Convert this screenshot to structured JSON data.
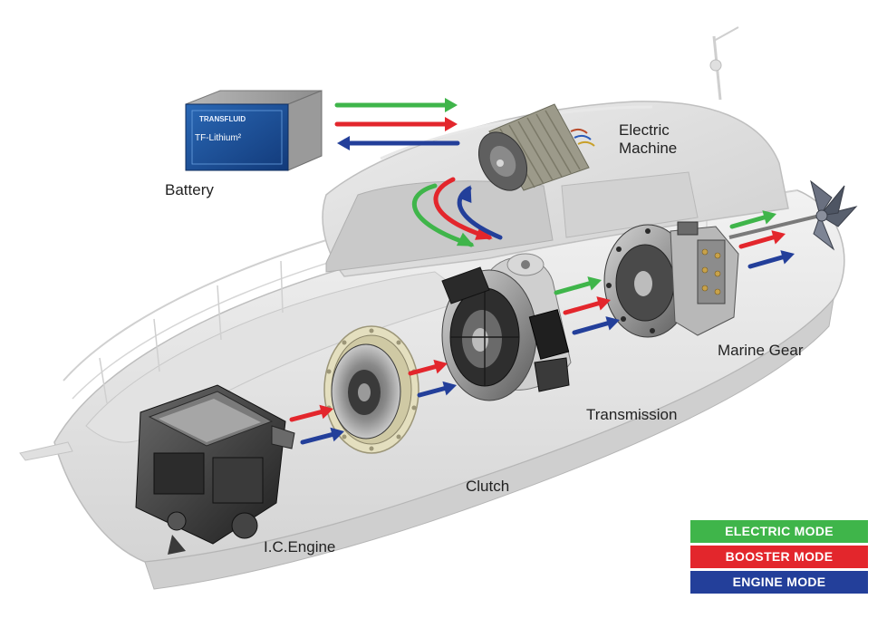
{
  "battery": {
    "label": "Battery",
    "brand": "TRANSFLUID",
    "model": "TF-Lithium²"
  },
  "electric_machine": {
    "line1": "Electric",
    "line2": "Machine"
  },
  "components": {
    "ic_engine": "I.C.Engine",
    "clutch": "Clutch",
    "transmission": "Transmission",
    "marine_gear": "Marine Gear"
  },
  "legend": [
    {
      "label": "ELECTRIC MODE",
      "color": "#3fb54a"
    },
    {
      "label": "BOOSTER MODE",
      "color": "#e3262c"
    },
    {
      "label": "ENGINE MODE",
      "color": "#233f9a"
    }
  ],
  "colors": {
    "electric": "#3fb54a",
    "booster": "#e3262c",
    "engine": "#233f9a"
  }
}
